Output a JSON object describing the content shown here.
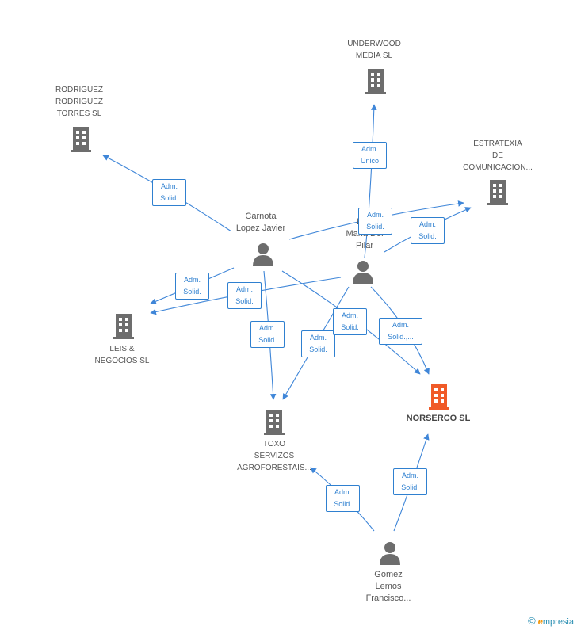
{
  "colors": {
    "edge": "#3f86d8",
    "building": "#6d6d6d",
    "building_main": "#f05a28",
    "person": "#6d6d6d"
  },
  "companies": {
    "underwood": "UNDERWOOD\nMEDIA  SL",
    "rodriguez": "RODRIGUEZ\nRODRIGUEZ\nTORRES SL",
    "estratexia": "ESTRATEXIA\nDE\nCOMUNICACION...",
    "leis_negocios": "LEIS &\nNEGOCIOS  SL",
    "norserco": "NORSERCO SL",
    "toxo": "TOXO\nSERVIZOS\nAGROFORESTAIS..."
  },
  "persons": {
    "carnota": "Carnota\nLopez Javier",
    "leis": "Leis\nMaria Del\nPilar",
    "gomez": "Gomez\nLemos\nFrancisco..."
  },
  "badges": {
    "b1": "Adm.\nSolid.",
    "b2": "Adm.\nUnico",
    "b3": "Adm.\nSolid.",
    "b4": "Adm.\nSolid.",
    "b5": "Adm.\nSolid.",
    "b6": "Adm.\nSolid.",
    "b7": "Adm.\nSolid.",
    "b8": "Adm.\nSolid.",
    "b9": "Adm.\nSolid.",
    "b10": "Adm.\nSolid.,...",
    "b11": "Adm.\nSolid.",
    "b12": "Adm.\nSolid."
  },
  "brand": {
    "copyright": "©",
    "e": "e",
    "name": "mpresia"
  }
}
